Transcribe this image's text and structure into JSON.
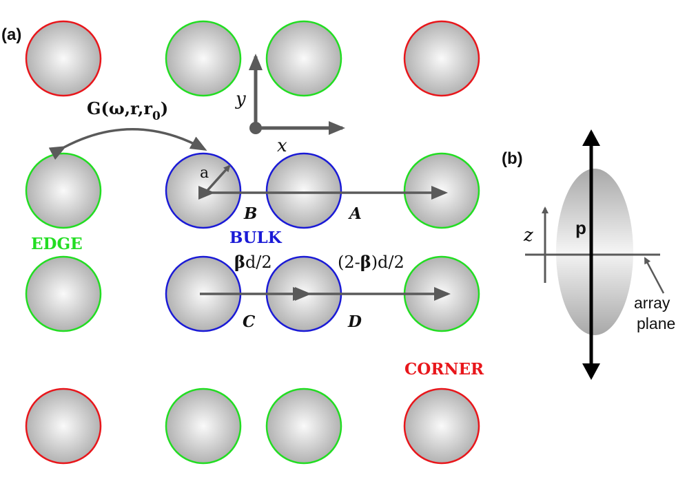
{
  "panels": {
    "a": "(a)",
    "b": "(b)"
  },
  "labels": {
    "green_function": "G(ω,r,r",
    "green_function_sub": "0",
    "green_function_close": ")",
    "radius": "a",
    "axis_x": "x",
    "axis_y": "y",
    "axis_z": "z",
    "edge": "EDGE",
    "bulk": "BULK",
    "corner": "CORNER",
    "A": "A",
    "B": "B",
    "C": "C",
    "D": "D",
    "beta_symbol": "β",
    "beta_rest": "d/2",
    "two_minus_open": "(2-",
    "two_minus_beta": "β",
    "two_minus_rest": ")d/2",
    "dipole": "p",
    "array_line1": "array",
    "array_line2": "plane"
  },
  "colors": {
    "corner": "#e8161b",
    "edge": "#22dd22",
    "bulk": "#1a1ad6",
    "arrow": "#5a5a5a",
    "sphere_light": "#fafafa",
    "sphere_dark": "#a9a9a9"
  },
  "lattice": {
    "rows": [
      [
        "corner",
        "edge",
        "edge",
        "corner"
      ],
      [
        "edge",
        "bulk",
        "bulk",
        "edge"
      ],
      [
        "edge",
        "bulk",
        "bulk",
        "edge"
      ],
      [
        "corner",
        "edge",
        "edge",
        "corner"
      ]
    ]
  }
}
